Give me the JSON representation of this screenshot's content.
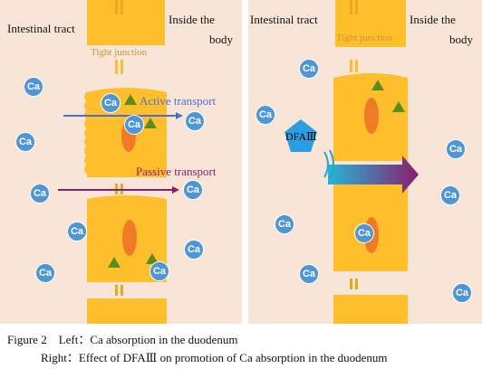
{
  "left_panel": {
    "intestinal_tract": "Intestinal tract",
    "inside_body_1": "Inside the",
    "inside_body_2": "body",
    "tight_junction": "Tight junction",
    "active_transport": "Active transport",
    "passive_transport": "Passive transport",
    "ion": "Ca"
  },
  "right_panel": {
    "intestinal_tract": "Intestinal tract",
    "inside_body_1": "Inside the",
    "inside_body_2": "body",
    "tight_junction": "Tight junction",
    "dfa_label": "DFAⅢ",
    "ion": "Ca"
  },
  "caption": {
    "line1": "Figure 2　Left：Ca absorption in the duodenum",
    "line2": "Right：Effect of DFAⅢ on promotion of Ca absorption in the duodenum"
  },
  "colors": {
    "background": "#f8e5d7",
    "cell": "#ffbf2c",
    "nucleus": "#f07a26",
    "triangle": "#5c8c1e",
    "ion": "#4f96d6",
    "active_arrow": "#4c6ed2",
    "passive_arrow": "#8a1e6b",
    "dfa_pentagon": "#2a9ee0"
  }
}
